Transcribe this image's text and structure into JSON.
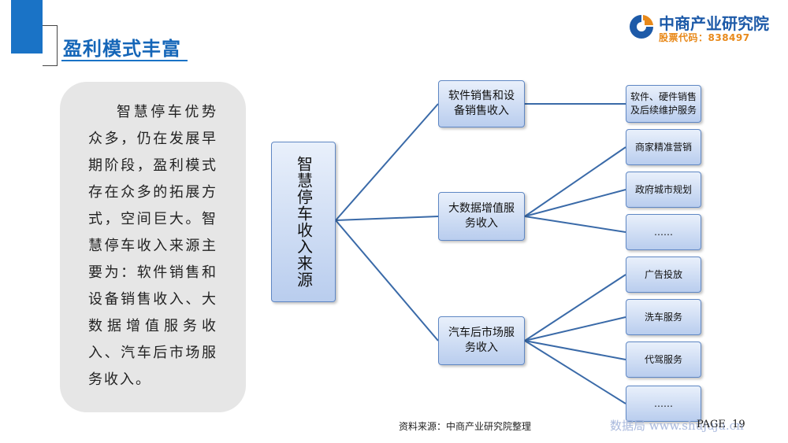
{
  "header": {
    "title": "盈利模式丰富",
    "accent_color": "#1a73c6"
  },
  "logo": {
    "icon": "company-logo-icon",
    "name": "中商产业研究院",
    "stock_code": "股票代码：838497"
  },
  "panel": {
    "text": "智慧停车优势众多，仍在发展早期阶段，盈利模式存在众多的拓展方式，空间巨大。智慧停车收入来源主要为：软件销售和设备销售收入、大数据增值服务收入、汽车后市场服务收入。"
  },
  "diagram": {
    "root": "智慧停车收入来源",
    "branches": [
      {
        "label": "软件销售和设备销售收入",
        "children": [
          "软件、硬件销售及后续维护服务"
        ]
      },
      {
        "label": "大数据增值服务收入",
        "children": [
          "商家精准营销",
          "政府城市规划",
          "……"
        ]
      },
      {
        "label": "汽车后市场服务收入",
        "children": [
          "广告投放",
          "洗车服务",
          "代驾服务",
          "……"
        ]
      }
    ],
    "line_color": "#3a6aa8"
  },
  "footer": {
    "source": "资料来源：中商产业研究院整理",
    "page_prefix": "PAGE",
    "page_number": "19",
    "watermark": "数据局 www.shujuju.cn"
  }
}
